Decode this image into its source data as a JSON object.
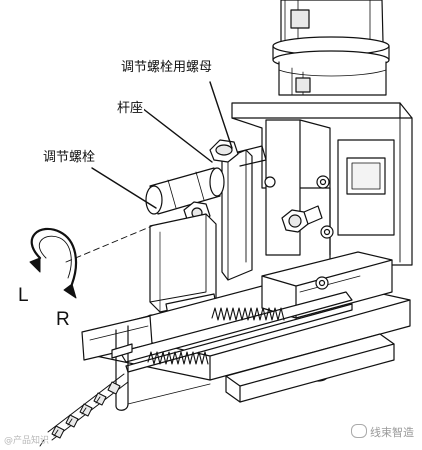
{
  "labels": {
    "adjusting_bolt_nut": "调节螺栓用螺母",
    "rod_seat": "杆座",
    "adjusting_bolt": "调节螺栓"
  },
  "rotation": {
    "left": "L",
    "right": "R"
  },
  "watermark": {
    "left": "@产品知识",
    "right": "线束智造"
  },
  "colors": {
    "line": "#111111",
    "paper": "#ffffff",
    "shade": "#e9e9e9",
    "dark_shade": "#cfcfcf"
  }
}
